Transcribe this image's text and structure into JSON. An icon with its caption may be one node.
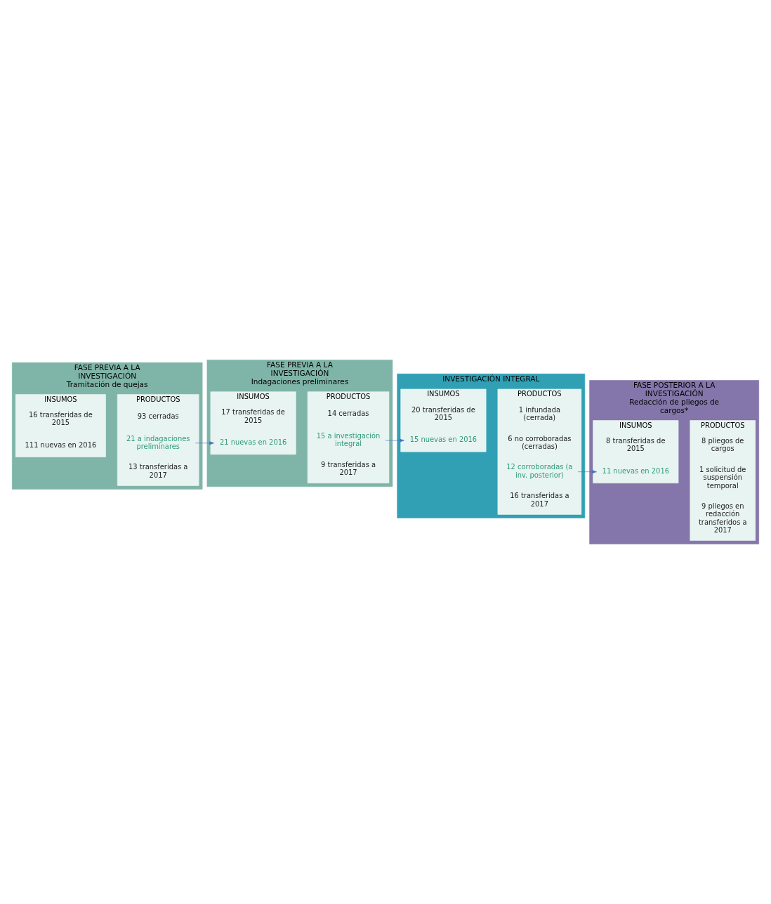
{
  "diagram": {
    "nodes": [
      {
        "text": [
          "FASE PREVIA A LA INVESTIGACIÓN",
          "Tramitación de quejas"
        ]
      },
      {
        "text": [
          "INSUMOS"
        ],
        "in": 0
      },
      {
        "text": [
          "16 transferidas de 2015"
        ],
        "in": 1
      },
      {
        "text": [
          "111 nuevas en 2016"
        ],
        "in": 1
      },
      {
        "text": [
          "PRODUCTOS"
        ],
        "in": 0
      },
      {
        "text": [
          "93 cerradas"
        ],
        "in": 4
      },
      {
        "text": [
          "21 a indagaciones preliminares"
        ],
        "in": 4
      },
      {
        "text": [
          "13 transferidas a 2017"
        ],
        "in": 4
      },
      {
        "text": [
          "FASE PREVIA A LA INVESTIGACIÓN",
          "Indagaciones preliminares"
        ]
      },
      {
        "text": [
          "INSUMOS"
        ],
        "in": 8
      },
      {
        "text": [
          "17 transferidas de 2015"
        ],
        "in": 9
      },
      {
        "text": [
          "21 nuevas en 2016"
        ],
        "in": 9
      },
      {
        "text": [
          "PRODUCTOS"
        ],
        "in": 8
      },
      {
        "text": [
          "14 cerradas"
        ],
        "in": 12
      },
      {
        "text": [
          "15 a investigación integral"
        ],
        "in": 12
      },
      {
        "text": [
          "9 transferidas a 2017"
        ],
        "in": 12
      },
      {
        "text": [
          "INVESTIGACIÓN INTEGRAL"
        ]
      },
      {
        "text": [
          "INSUMOS"
        ],
        "in": 16
      },
      {
        "text": [
          "20 transferidas de 2015"
        ],
        "in": 17
      },
      {
        "text": [
          "15 nuevas en 2016"
        ],
        "in": 17
      },
      {
        "text": [
          "PRODUCTOS"
        ],
        "in": 16
      },
      {
        "text": [
          "1 infundada (cerrada)"
        ],
        "in": 20
      },
      {
        "text": [
          "6 no corroboradas (cerradas)"
        ],
        "in": 20
      },
      {
        "text": [
          "12 corroboradas (a inv. posterior)"
        ],
        "in": 20
      },
      {
        "text": [
          "16 transferidas a 2017"
        ],
        "in": 20
      },
      {
        "text": [
          "FASE POSTERIOR A LA INVESTIGACIÓN",
          "Redacción de pliegos de cargos*"
        ]
      },
      {
        "text": [
          "INSUMOS"
        ],
        "in": 25
      },
      {
        "text": [
          "8 transferidas de 2015"
        ],
        "in": 26
      },
      {
        "text": [
          "11 nuevas en 2016"
        ],
        "in": 26
      },
      {
        "text": [
          "PRODUCTOS"
        ],
        "in": 25
      },
      {
        "text": [
          "8 pliegos de cargos"
        ],
        "in": 29
      },
      {
        "text": [
          "1 solicitud de suspensión temporal"
        ],
        "in": 29
      },
      {
        "text": [
          "9 pliegos en redacción transferidos a 2017"
        ],
        "in": 29
      }
    ],
    "edges": [
      {
        "from": 6,
        "to": 11,
        "arrow": "to"
      },
      {
        "from": 14,
        "to": 19,
        "arrow": "to"
      },
      {
        "from": 23,
        "to": 28,
        "arrow": "to"
      }
    ]
  }
}
